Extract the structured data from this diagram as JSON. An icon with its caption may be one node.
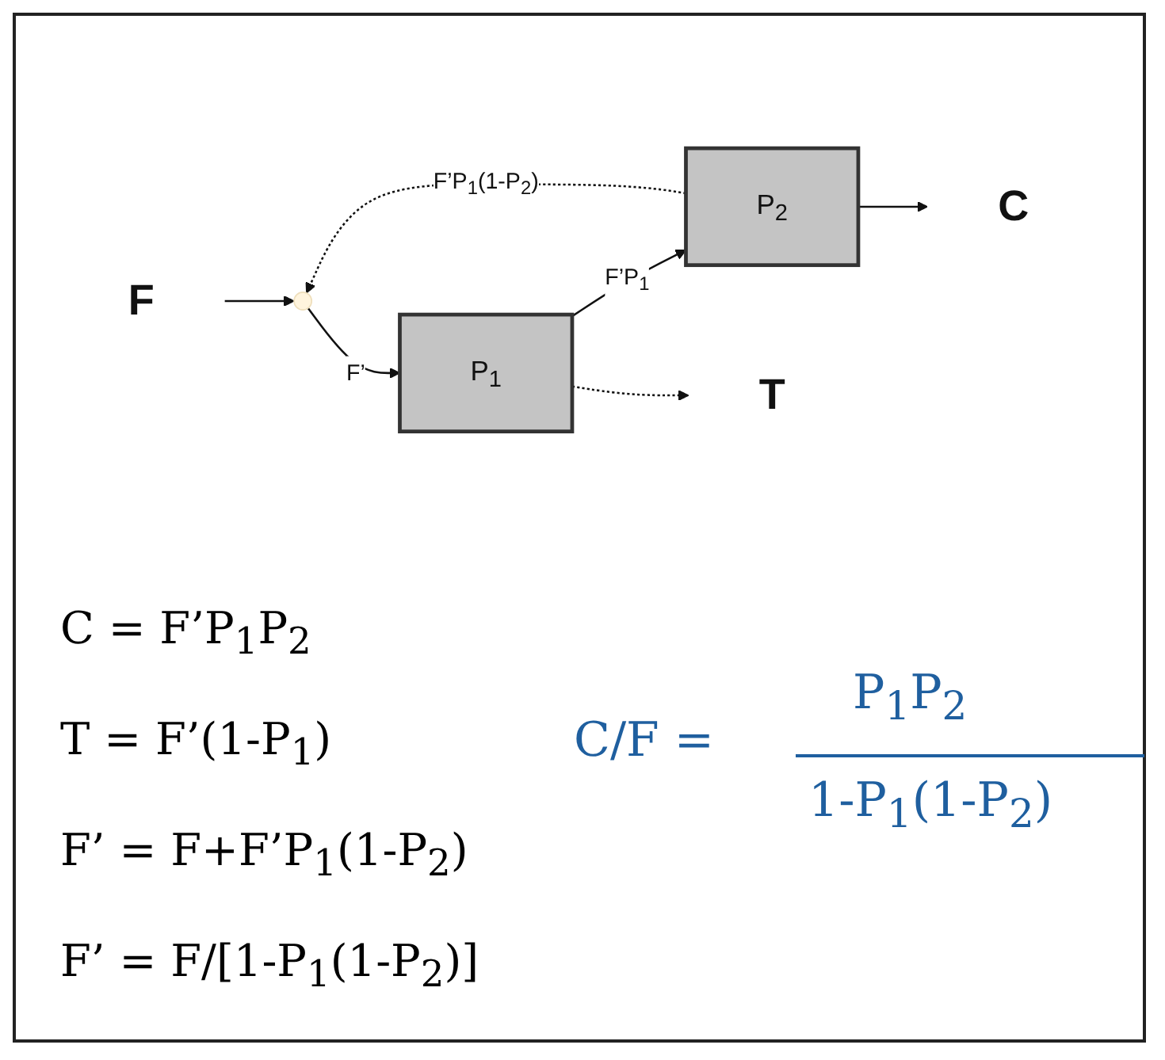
{
  "diagram": {
    "nodes": [
      {
        "text": [
          "F"
        ]
      },
      {
        "text": [],
        "shape": "circle"
      },
      {
        "text": [
          "P$_{1}$"
        ]
      },
      {
        "text": [
          "P$_{2}$"
        ]
      },
      {
        "text": [
          "C"
        ]
      },
      {
        "text": [
          "T"
        ]
      }
    ],
    "edges": [
      {
        "from": 0,
        "to": 1,
        "arrow": "to"
      },
      {
        "from": 1,
        "to": 2,
        "arrow": "to",
        "label": "F’"
      },
      {
        "from": 2,
        "to": 3,
        "arrow": "to",
        "label": "F’P$_{1}$"
      },
      {
        "from": 3,
        "to": 4,
        "arrow": "to"
      },
      {
        "from": 2,
        "to": 5,
        "arrow": "to",
        "style": "dashed"
      },
      {
        "from": 3,
        "to": 1,
        "arrow": "to",
        "style": "dashed",
        "label": "F’P$_{1}$(1-P$_{2}$)"
      }
    ],
    "labels": [
      "C = F’P$_{1}$P$_{2}$",
      "T = F’(1-P$_{1}$)",
      "C/F =",
      "P$_{1}$P$_{2}$",
      "1-P$_{1}$(1-P$_{2}$)",
      "F’ = F+F’P$_{1}$(1-P$_{2}$)",
      "F’ = F/[1-P$_{1}$(1-P$_{2}$)]"
    ]
  }
}
